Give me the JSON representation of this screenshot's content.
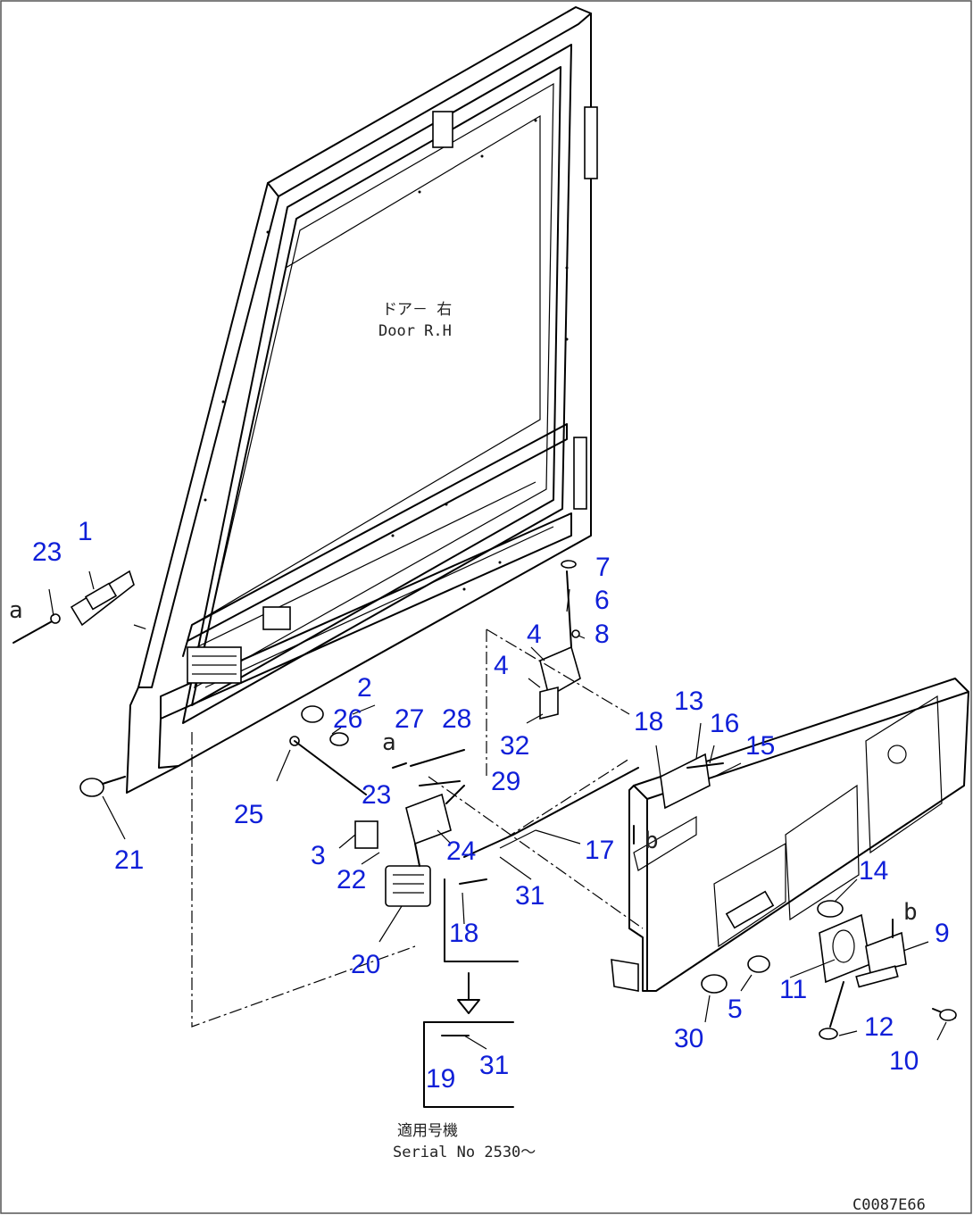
{
  "drawing": {
    "title_jp": "ドア－ 右",
    "title_en": "Door R.H",
    "serial_jp": "適用号機",
    "serial_en": "Serial No 2530～",
    "drawing_code": "C0087E66",
    "view_a": "a",
    "view_b": "b",
    "callout_color": "#0f1fd8"
  },
  "callouts": [
    {
      "id": "c1",
      "label": "1"
    },
    {
      "id": "c2",
      "label": "2"
    },
    {
      "id": "c3",
      "label": "3"
    },
    {
      "id": "c4a",
      "label": "4"
    },
    {
      "id": "c4b",
      "label": "4"
    },
    {
      "id": "c5",
      "label": "5"
    },
    {
      "id": "c6",
      "label": "6"
    },
    {
      "id": "c7",
      "label": "7"
    },
    {
      "id": "c8",
      "label": "8"
    },
    {
      "id": "c9",
      "label": "9"
    },
    {
      "id": "c10",
      "label": "10"
    },
    {
      "id": "c11",
      "label": "11"
    },
    {
      "id": "c12",
      "label": "12"
    },
    {
      "id": "c13",
      "label": "13"
    },
    {
      "id": "c14",
      "label": "14"
    },
    {
      "id": "c15",
      "label": "15"
    },
    {
      "id": "c16",
      "label": "16"
    },
    {
      "id": "c17",
      "label": "17"
    },
    {
      "id": "c18a",
      "label": "18"
    },
    {
      "id": "c18b",
      "label": "18"
    },
    {
      "id": "c19",
      "label": "19"
    },
    {
      "id": "c20",
      "label": "20"
    },
    {
      "id": "c21",
      "label": "21"
    },
    {
      "id": "c22",
      "label": "22"
    },
    {
      "id": "c23a",
      "label": "23"
    },
    {
      "id": "c23b",
      "label": "23"
    },
    {
      "id": "c24",
      "label": "24"
    },
    {
      "id": "c25",
      "label": "25"
    },
    {
      "id": "c26",
      "label": "26"
    },
    {
      "id": "c27",
      "label": "27"
    },
    {
      "id": "c28",
      "label": "28"
    },
    {
      "id": "c29",
      "label": "29"
    },
    {
      "id": "c30",
      "label": "30"
    },
    {
      "id": "c31a",
      "label": "31"
    },
    {
      "id": "c31b",
      "label": "31"
    },
    {
      "id": "c32",
      "label": "32"
    }
  ]
}
